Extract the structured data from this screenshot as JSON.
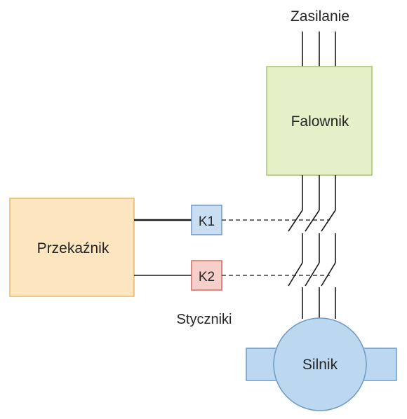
{
  "labels": {
    "power_supply": "Zasilanie",
    "inverter": "Falownik",
    "relay": "Przekaźnik",
    "contactor_k1": "K1",
    "contactor_k2": "K2",
    "contactors": "Styczniki",
    "motor": "Silnik"
  },
  "colors": {
    "inverter_fill": "#E6F0C8",
    "inverter_stroke": "#A9C46A",
    "relay_fill": "#FCE5BF",
    "relay_stroke": "#E6B96A",
    "k1_fill": "#C9DEF3",
    "k1_stroke": "#6E9CC8",
    "k2_fill": "#F6CFCB",
    "k2_stroke": "#D06A5E",
    "motor_fill": "#BCD8F0",
    "motor_stroke": "#6E9CC8",
    "line": "#1a1a1a"
  }
}
